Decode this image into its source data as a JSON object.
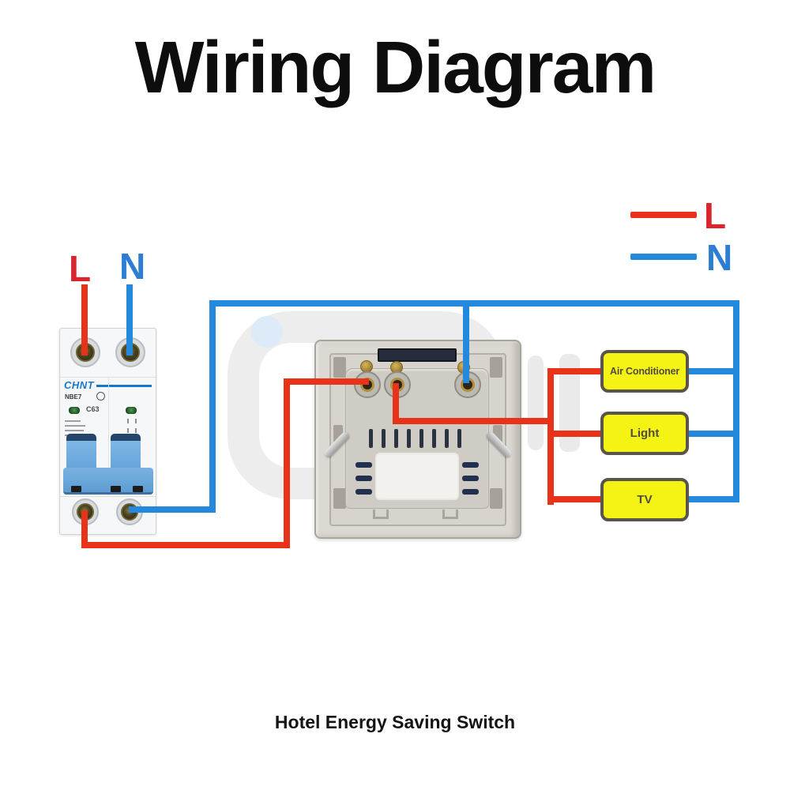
{
  "title": "Wiring Diagram",
  "caption": "Hotel Energy Saving Switch",
  "legend": {
    "live": "L",
    "neutral": "N"
  },
  "supply": {
    "live": "L",
    "neutral": "N"
  },
  "breaker": {
    "brand": "CHNT",
    "model": "NBE7",
    "rating": "C63"
  },
  "loads": [
    {
      "label": "Air Conditioner"
    },
    {
      "label": "Light"
    },
    {
      "label": "TV"
    }
  ],
  "colors": {
    "live": "#e8331a",
    "neutral": "#2289dd",
    "load_fill": "#f5f313",
    "load_border": "#59544c",
    "legend_live_text": "#d9252b",
    "legend_neutral_text": "#2d7dd2"
  }
}
